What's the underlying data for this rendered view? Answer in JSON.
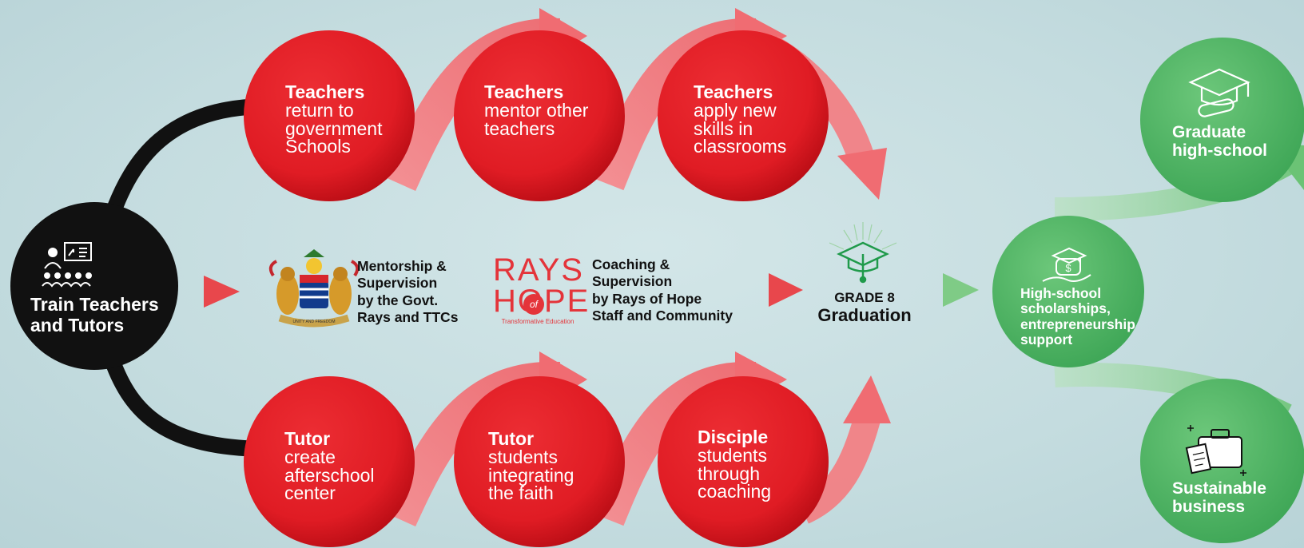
{
  "start": {
    "line1": "Train Teachers",
    "line2": "and Tutors",
    "icon": "classroom-teacher-icon"
  },
  "top_row": [
    {
      "title": "Teachers",
      "body": [
        "return to",
        "government",
        "Schools"
      ]
    },
    {
      "title": "Teachers",
      "body": [
        "mentor other",
        "teachers"
      ]
    },
    {
      "title": "Teachers",
      "body": [
        "apply new",
        "skills in",
        "classrooms"
      ]
    }
  ],
  "bottom_row": [
    {
      "title": "Tutor",
      "body": [
        "create",
        "afterschool",
        "center"
      ]
    },
    {
      "title": "Tutor",
      "body": [
        "students",
        "integrating",
        "the faith"
      ]
    },
    {
      "title": "Disciple",
      "body": [
        "students",
        "through",
        "coaching"
      ]
    }
  ],
  "middle": {
    "govt": {
      "lines": [
        "Mentorship &",
        "Supervision",
        "by the Govt.",
        "Rays and TTCs"
      ],
      "icon": "malawi-coat-of-arms-icon",
      "seal_motto": "UNITY AND FREEDOM"
    },
    "rays": {
      "logo_top": "RAYS",
      "logo_of": "of",
      "logo_bottom": "HOPE",
      "logo_tagline": "Transformative Education",
      "lines": [
        "Coaching &",
        "Supervision",
        "by Rays of Hope",
        "Staff and Community"
      ]
    },
    "graduation": {
      "line1": "GRADE 8",
      "line2": "Graduation",
      "icon": "graduation-cap-icon"
    }
  },
  "outcomes": {
    "scholarship": {
      "lines": [
        "High-school",
        "scholarships,",
        "entrepreneurship",
        "support"
      ],
      "icon": "scholarship-hand-icon"
    },
    "graduate": {
      "lines": [
        "Graduate",
        "high-school"
      ],
      "icon": "mortarboard-diploma-icon"
    },
    "business": {
      "lines": [
        "Sustainable",
        "business"
      ],
      "icon": "briefcase-document-icon"
    }
  },
  "colors": {
    "background": "#c7dee0",
    "red": "#e21f26",
    "red_dark": "#b30d15",
    "arrow_pink": "#f58a8e",
    "green": "#4cb35f",
    "green_light": "#88d08e",
    "black": "#111111"
  }
}
